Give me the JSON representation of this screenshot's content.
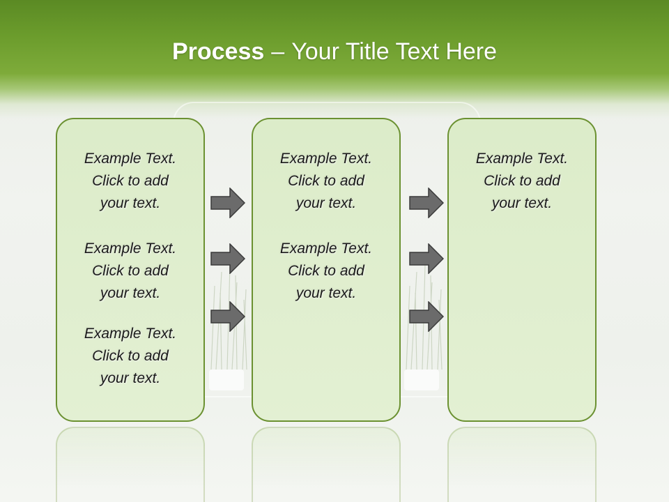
{
  "slide": {
    "title_bold": "Process",
    "title_separator": "–",
    "title_rest": "Your Title Text Here"
  },
  "columns": [
    {
      "items": [
        {
          "line1": "Example Text.",
          "line2": "Click  to add",
          "line3": "your text."
        },
        {
          "line1": "Example Text.",
          "line2": "Click  to add",
          "line3": "your text."
        },
        {
          "line1": "Example Text.",
          "line2": "Click  to add",
          "line3": "your text."
        }
      ]
    },
    {
      "items": [
        {
          "line1": "Example Text.",
          "line2": "Click  to add",
          "line3": "your text."
        },
        {
          "line1": "Example Text.",
          "line2": "Click  to add",
          "line3": "your text."
        }
      ]
    },
    {
      "items": [
        {
          "line1": "Example Text.",
          "line2": "Click  to add",
          "line3": "your text."
        }
      ]
    }
  ],
  "arrows": {
    "icon": "arrow-right-icon",
    "fill_color": "#6b6b6b",
    "stroke_color": "#3a3a3a"
  },
  "colors": {
    "header_green": "#6b9c2c",
    "box_border": "#6b9131",
    "box_fill": "#dcecc9"
  }
}
